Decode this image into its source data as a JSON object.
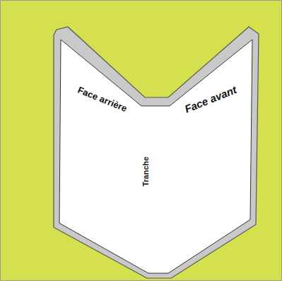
{
  "diagram": {
    "labels": [
      "Face arrière",
      "Face avant",
      "Tranche"
    ]
  }
}
